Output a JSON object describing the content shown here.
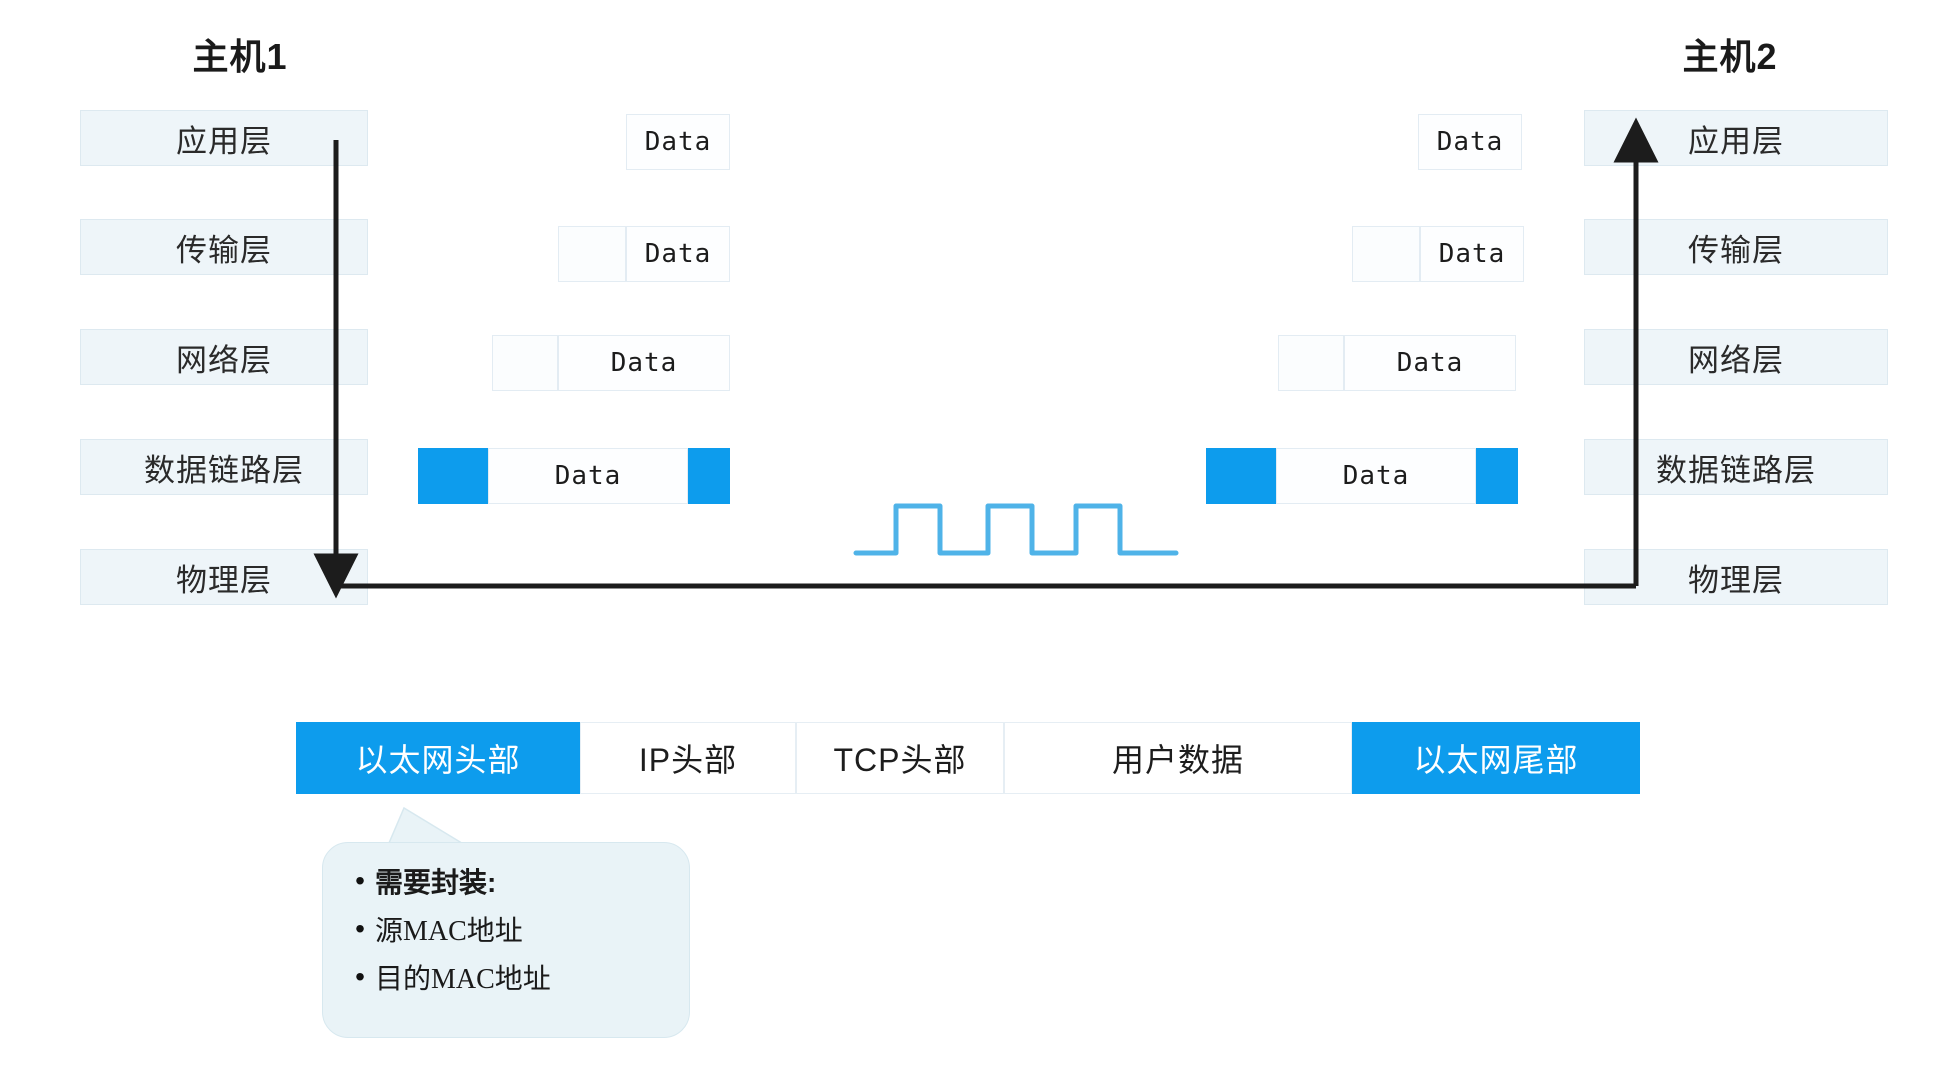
{
  "diagram": {
    "title_left": "主机1",
    "title_right": "主机2",
    "accent_color": "#0d9ced",
    "layer_fill": "#eef5f9",
    "layers": [
      {
        "key": "application",
        "label": "应用层"
      },
      {
        "key": "transport",
        "label": "传输层"
      },
      {
        "key": "network",
        "label": "网络层"
      },
      {
        "key": "datalink",
        "label": "数据链路层"
      },
      {
        "key": "physical",
        "label": "物理层"
      }
    ],
    "payload_label": "Data",
    "pdus": [
      {
        "layer": "application",
        "segments": [
          "",
          "Data"
        ]
      },
      {
        "layer": "transport",
        "segments": [
          "",
          "Data"
        ]
      },
      {
        "layer": "network",
        "segments": [
          "",
          "Data"
        ]
      },
      {
        "layer": "datalink",
        "segments": [
          "",
          "Data",
          ""
        ]
      }
    ],
    "signal": {
      "name": "square-wave-signal",
      "pulses": 3,
      "color": "#4fb3e8"
    },
    "frame_bar": {
      "fields": [
        {
          "label": "以太网头部",
          "accent": true
        },
        {
          "label": "IP头部",
          "accent": false
        },
        {
          "label": "TCP头部",
          "accent": false
        },
        {
          "label": "用户数据",
          "accent": false
        },
        {
          "label": "以太网尾部",
          "accent": true
        }
      ]
    },
    "callout": {
      "bullet": "•",
      "lines": [
        {
          "text": "需要封装:",
          "bold": true
        },
        {
          "text": "源MAC地址",
          "bold": false
        },
        {
          "text": "目的MAC地址",
          "bold": false
        }
      ]
    }
  }
}
